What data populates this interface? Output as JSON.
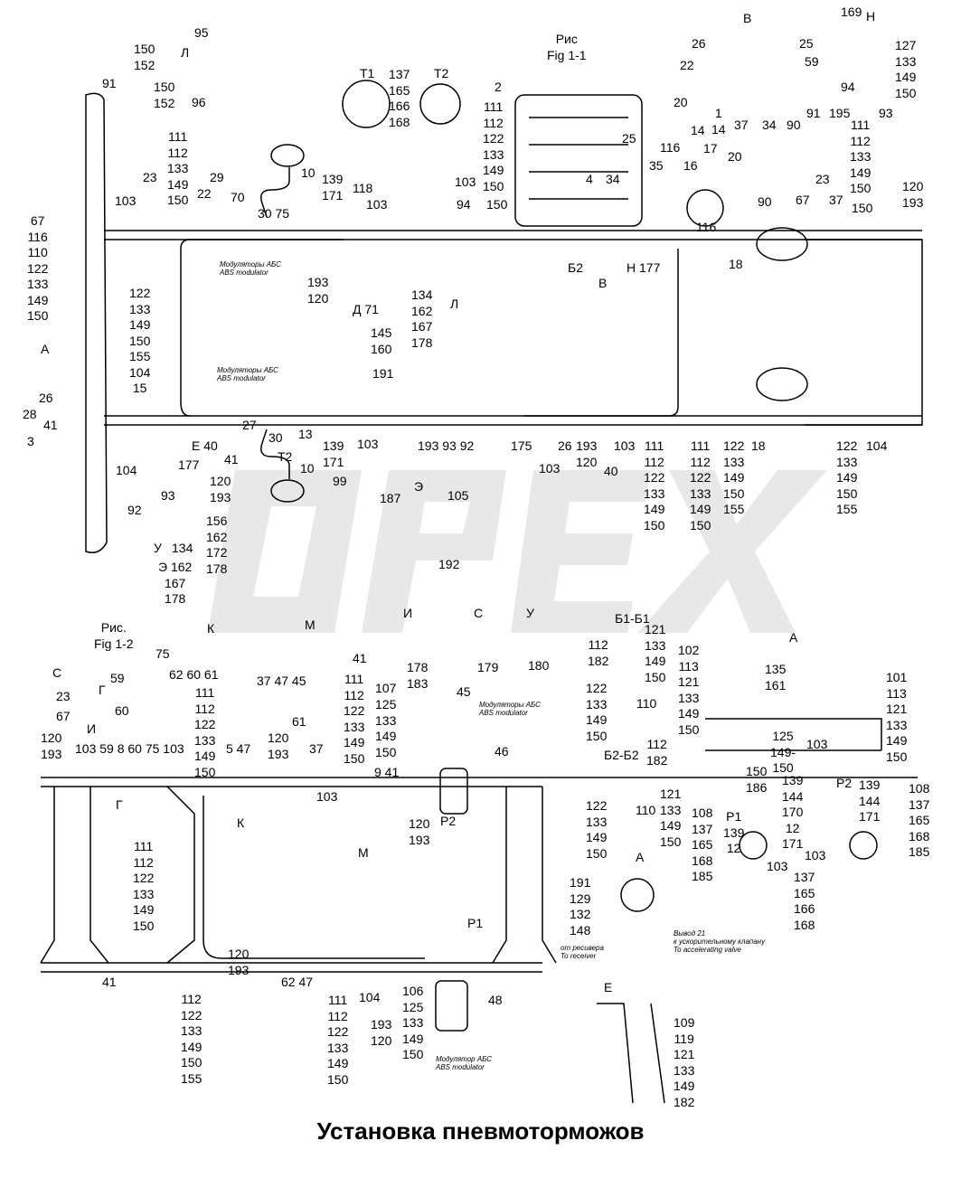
{
  "title": "Установка пневмоторможов",
  "watermark": "OPEX",
  "labels": [
    "Л",
    "95",
    "150\n152",
    "91",
    "150\n152",
    "96",
    "Т1",
    "Т2",
    "137\n165\n166\n168",
    "Рис\nFig 1-1",
    "В",
    "26",
    "25",
    "22",
    "59",
    "20",
    "1\n14",
    "37",
    "34",
    "90",
    "91",
    "Н",
    "169",
    "127\n133\n149\n150",
    "94",
    "195",
    "93",
    "2",
    "111\n112\n122\n133\n149\n150",
    "25",
    "116",
    "35",
    "17",
    "14",
    "16",
    "20",
    "4",
    "34",
    "111\n112\n133\n149\n150",
    "23",
    "29",
    "22",
    "70",
    "30  75",
    "10",
    "139\n171",
    "118",
    "103",
    "103",
    "103",
    "94",
    "150",
    "111\n112\n133\n149\n150",
    "23",
    "67",
    "37",
    "150",
    "120\n193",
    "116",
    "90",
    "18",
    "67\n116\n110\n122\n133\n149\n150",
    "122\n133\n149\n150\n155\n104\n15",
    "193\n120",
    "Д  71",
    "145\n160",
    "191",
    "134\n162\n167\n178",
    "Л",
    "В",
    "Б2",
    "Н  177",
    "А",
    "26",
    "28",
    "41",
    "3",
    "Е  40",
    "177",
    "41",
    "27",
    "30",
    "13",
    "139\n171",
    "10",
    "Т2",
    "99",
    "103",
    "193  93  92",
    "175",
    "103",
    "26",
    "193\n120",
    "40",
    "103",
    "111\n112\n122\n133\n149\n150",
    "111\n112\n122\n133\n149\n150",
    "122\n133\n149\n150\n155",
    "18",
    "122\n133\n149\n150\n155",
    "104",
    "104",
    "93",
    "92",
    "120\n193",
    "156\n162\n172\n178",
    "134",
    "У",
    "Э 162\n167\n178",
    "Э",
    "187",
    "105",
    "192",
    "Рис.\nFig 1-2",
    "К",
    "75",
    "62  60  61",
    "М",
    "37   47   45",
    "41",
    "И",
    "178\n183",
    "107",
    "С",
    "179",
    "У",
    "180",
    "Б1-Б1",
    "112\n182",
    "121\n133\n149\n150",
    "122\n133\n149\n150",
    "110",
    "102\n113\n121\n133\n149\n150",
    "135\n161",
    "А",
    "101\n113\n121\n133\n149\n150",
    "С",
    "Г",
    "59",
    "23",
    "60",
    "67",
    "И",
    "111\n112\n122\n133\n149\n150",
    "111\n112\n122\n133\n149\n150",
    "125\n133\n149\n150",
    "120\n193",
    "103  59   8     60    75     103",
    "5  47",
    "120\n193",
    "61",
    "37",
    "103",
    "9  41",
    "45",
    "46",
    "125\n149-\n150",
    "103",
    "Г",
    "К",
    "120\n193",
    "Р2",
    "М",
    "111\n112\n122\n133\n149\n150",
    "Б2-Б2",
    "112\n182",
    "122\n133\n149\n150",
    "110",
    "121\n133\n149\n150",
    "150\n186",
    "Р1\n139\n12",
    "139\n144\n170\n12\n171",
    "Р2",
    "139\n144\n171",
    "108\n137\n165\n168\n185",
    "103",
    "137\n165\n166\n168",
    "108\n137\n165\n168\n185",
    "103",
    "А",
    "191\n129\n132\n148",
    "Р1",
    "120\n193",
    "41",
    "112\n122\n133\n149\n150\n155",
    "62  47",
    "111\n112\n122\n133\n149\n150",
    "104",
    "193\n120",
    "106\n125\n133\n149\n150",
    "48",
    "Е",
    "109\n119\n121\n133\n149\n182"
  ],
  "notes": [
    "Модуляторы АБС\nABS modulator",
    "Модуляторы АБС\nABS modulator",
    "Модуляторы АБС\nABS modulator",
    "Модулятор АБС\nABS modulator",
    "от ресивера\nTo receiver",
    "Вывод 21\nк ускорительному клапану\nTo accelerating valve"
  ]
}
